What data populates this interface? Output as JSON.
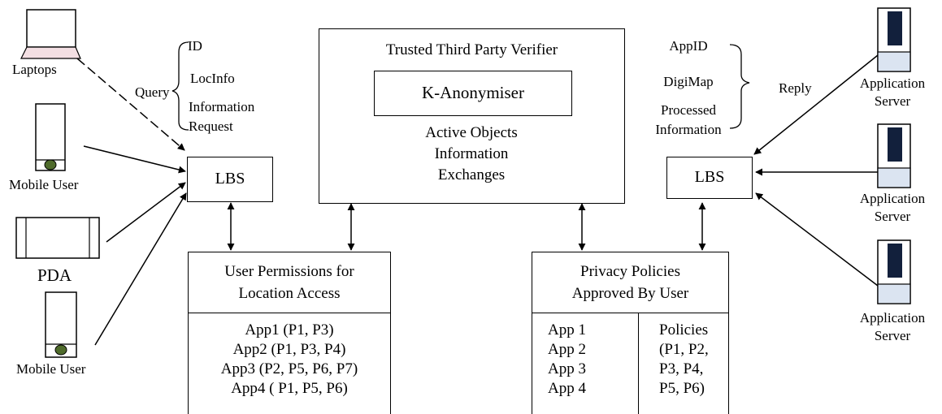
{
  "devices": {
    "laptops": "Laptops",
    "mobile_user_1": "Mobile User",
    "pda": "PDA",
    "mobile_user_2": "Mobile User"
  },
  "query": {
    "label": "Query",
    "items": [
      "ID",
      "LocInfo",
      "Information",
      "Request"
    ]
  },
  "lbs_left": "LBS",
  "lbs_right": "LBS",
  "ttp": {
    "title": "Trusted Third Party Verifier",
    "anonymiser": "K-Anonymiser",
    "exchange_lines": [
      "Active Objects",
      "Information",
      "Exchanges"
    ]
  },
  "reply": {
    "label": "Reply",
    "items": [
      "AppID",
      "DigiMap",
      "Processed",
      "Information"
    ]
  },
  "servers": [
    {
      "line1": "Application",
      "line2": "Server"
    },
    {
      "line1": "Application",
      "line2": "Server"
    },
    {
      "line1": "Application",
      "line2": "Server"
    }
  ],
  "permissions": {
    "title_lines": [
      "User Permissions for",
      "Location Access"
    ],
    "rows": [
      "App1 (P1, P3)",
      "App2 (P1, P3, P4)",
      "App3 (P2, P5, P6, P7)",
      "App4 ( P1, P5, P6)"
    ]
  },
  "privacy": {
    "title_lines": [
      "Privacy Policies",
      "Approved By User"
    ],
    "apps": [
      "App 1",
      "App 2",
      "App 3",
      "App 4"
    ],
    "policies": [
      "Policies",
      "(P1, P2,",
      "P3, P4,",
      "P5, P6)"
    ]
  }
}
